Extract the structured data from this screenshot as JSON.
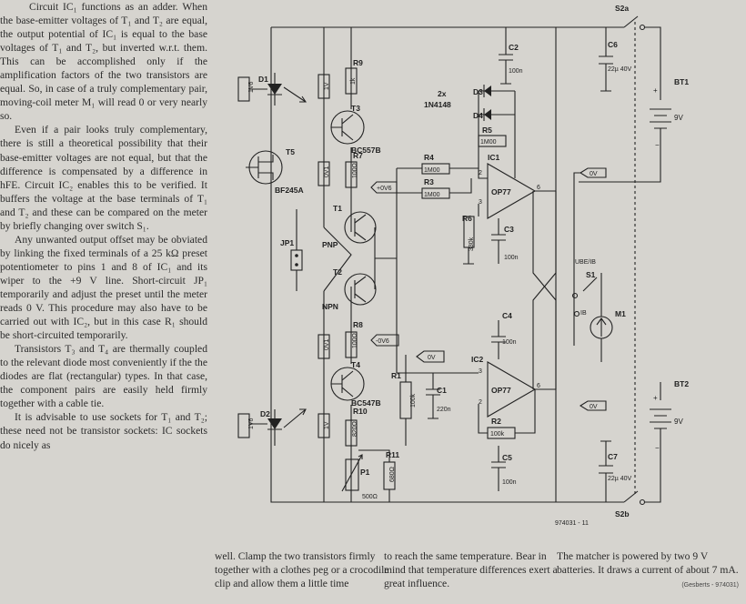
{
  "article": {
    "paragraphs": [
      "Circuit IC₁ functions as an adder. When the base-emitter voltages of T₁ and T₂ are equal, the output potential of IC₁ is equal to the base voltages of T₁ and T₂, but inverted w.r.t. them. This can be accomplished only if the amplification factors of the two transistors are equal. So, in case of a truly complementary pair, moving-coil meter M₁ will read 0 or very nearly so.",
      "Even if a pair looks truly complementary, there is still a theoretical possibility that their base-emitter voltages are not equal, but that the difference is compensated by a difference in hFE. Circuit IC₂ enables this to be verified. It buffers the voltage at the base terminals of T₁ and T₂ and these can be compared on the meter by briefly changing over switch S₁.",
      "Any unwanted output offset may be obviated by linking the fixed terminals of a 25 kΩ preset potentiometer to pins 1 and 8 of IC₁ and its wiper to the +9 V line. Short-circuit JP₁ temporarily and adjust the preset until the meter reads 0 V. This procedure may also have to be carried out with IC₂, but in this case R₁ should be short-circuited temporarily.",
      "Transistors T₃ and T₄ are thermally coupled to the relevant diode most conveniently if the the diodes are flat (rectangular) types. In that case, the component pairs are easily held firmly together with a cable tie.",
      "It is advisable to use sockets for T₁ and T₂; these need not be transistor sockets: IC sockets do nicely as"
    ],
    "col2": "well. Clamp the two transistors firmly together with a clothes peg or a crocodile clip and allow them a little time",
    "col3": "to reach the same temperature. Bear in mind that temperature differences exert a great influence.",
    "col4": "The matcher is powered by two 9 V batteries. It draws a current of about 7 mA.",
    "credit": "(Gesberts - 974031)"
  },
  "schematic": {
    "figure_code": "974031 - 11",
    "components": {
      "S2a": "S2a",
      "S2b": "S2b",
      "C6": "C6",
      "C6v": "22µ\n40V",
      "C7": "C7",
      "C7v": "22µ\n40V",
      "BT1": "BT1",
      "BT1v": "9V",
      "BT2": "BT2",
      "BT2v": "9V",
      "C2": "C2",
      "C2v": "100n",
      "C3": "C3",
      "C3v": "100n",
      "C4": "C4",
      "C4v": "100n",
      "C5": "C5",
      "C5v": "100n",
      "C1": "C1",
      "C1v": "220n",
      "D1": "D1",
      "D1v": "1V6",
      "D2": "D2",
      "D2v": "1V6",
      "D3": "D3",
      "D4": "D4",
      "diodes": "2x\n1N4148",
      "R9": "R9",
      "R9v": "1k",
      "R7": "R7",
      "R7v": "100Ω",
      "R8": "R8",
      "R8v": "100Ω",
      "R10": "R10",
      "R10v": "820Ω",
      "R11": "R11",
      "R11v": "680Ω",
      "R4": "R4",
      "R4v": "1M00",
      "R3": "R3",
      "R3v": "1M00",
      "R5": "R5",
      "R5v": "1M00",
      "R6": "R6",
      "R6v": "330k",
      "R1": "R1",
      "R1v": "100k",
      "R2": "R2",
      "R2v": "100k",
      "P1": "P1",
      "P1v": "500Ω",
      "T1": "T1",
      "T2": "T2",
      "T3": "T3",
      "T4": "T4",
      "T5": "T5",
      "T3type": "BC557B",
      "T4type": "BC547B",
      "T5type": "BF245A",
      "pnp": "PNP",
      "npn": "NPN",
      "IC1": "IC1",
      "IC2": "IC2",
      "op": "OP77",
      "JP1": "JP1",
      "M1": "M1",
      "S1": "S1",
      "ube": "UBE/IB",
      "ib": "IB",
      "v1a": "1V",
      "v1b": "1V",
      "v1c": "0V1",
      "v1d": "0V1",
      "p06": "+0V6",
      "m06": "-0V6",
      "zero": "0V"
    }
  }
}
